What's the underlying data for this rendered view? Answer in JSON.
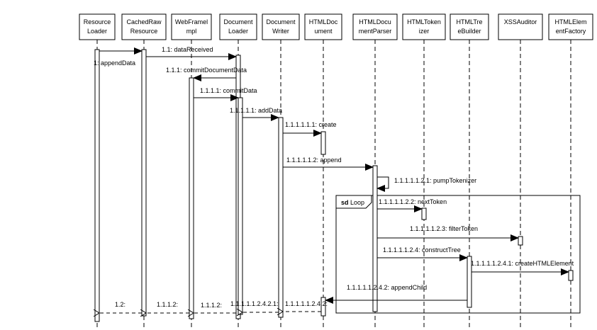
{
  "participants": [
    {
      "id": "resource-loader",
      "line1": "Resource",
      "line2": "Loader"
    },
    {
      "id": "cached-raw-resource",
      "line1": "CachedRaw",
      "line2": "Resource"
    },
    {
      "id": "webframe-impl",
      "line1": "WebFramel",
      "line2": "mpl"
    },
    {
      "id": "document-loader",
      "line1": "Document",
      "line2": "Loader"
    },
    {
      "id": "document-writer",
      "line1": "Document",
      "line2": "Writer"
    },
    {
      "id": "html-document",
      "line1": "HTMLDoc",
      "line2": "ument"
    },
    {
      "id": "html-document-parser",
      "line1": "HTMLDocu",
      "line2": "mentParser"
    },
    {
      "id": "html-tokenizer",
      "line1": "HTMLToken",
      "line2": "izer"
    },
    {
      "id": "html-tree-builder",
      "line1": "HTMLTre",
      "line2": "eBuilder"
    },
    {
      "id": "xss-auditor",
      "line1": "XSSAuditor",
      "line2": ""
    },
    {
      "id": "html-element-factory",
      "line1": "HTMLElem",
      "line2": "entFactory"
    }
  ],
  "messages": [
    {
      "label": "1: appendData",
      "kind": "call"
    },
    {
      "label": "1.1: dataReceived",
      "kind": "call"
    },
    {
      "label": "1.1.1: commitDocumentData",
      "kind": "call"
    },
    {
      "label": "1.1.1.1: commitData",
      "kind": "call"
    },
    {
      "label": "1.1.1.1.1: addData",
      "kind": "call"
    },
    {
      "label": "1.1.1.1.1.1: create",
      "kind": "call"
    },
    {
      "label": "1.1.1.1.1.2: append",
      "kind": "call"
    },
    {
      "label": "1.1.1.1.1.2.1: pumpTokenizer",
      "kind": "self"
    },
    {
      "label": "1.1.1.1.1.2.2: nextToken",
      "kind": "call"
    },
    {
      "label": "1.1.1.1.1.2.3: filterToken",
      "kind": "call"
    },
    {
      "label": "1.1.1.1.1.2.4: constructTree",
      "kind": "call"
    },
    {
      "label": "1.1.1.1.1.2.4.1: createHTMLElement",
      "kind": "call"
    },
    {
      "label": "1.1.1.1.1.2.4.2: appendChild",
      "kind": "call"
    },
    {
      "label": "1.1.1.1.1.2.4.2:",
      "kind": "return"
    },
    {
      "label": "1.1.1.1.1.2.4.2.1:",
      "kind": "return"
    },
    {
      "label": "1.1.1.2:",
      "kind": "return"
    },
    {
      "label": "1.1.1.2:",
      "kind": "return"
    },
    {
      "label": "1.2:",
      "kind": "return"
    }
  ],
  "fragment": {
    "keyword": "sd",
    "name": "Loop"
  }
}
